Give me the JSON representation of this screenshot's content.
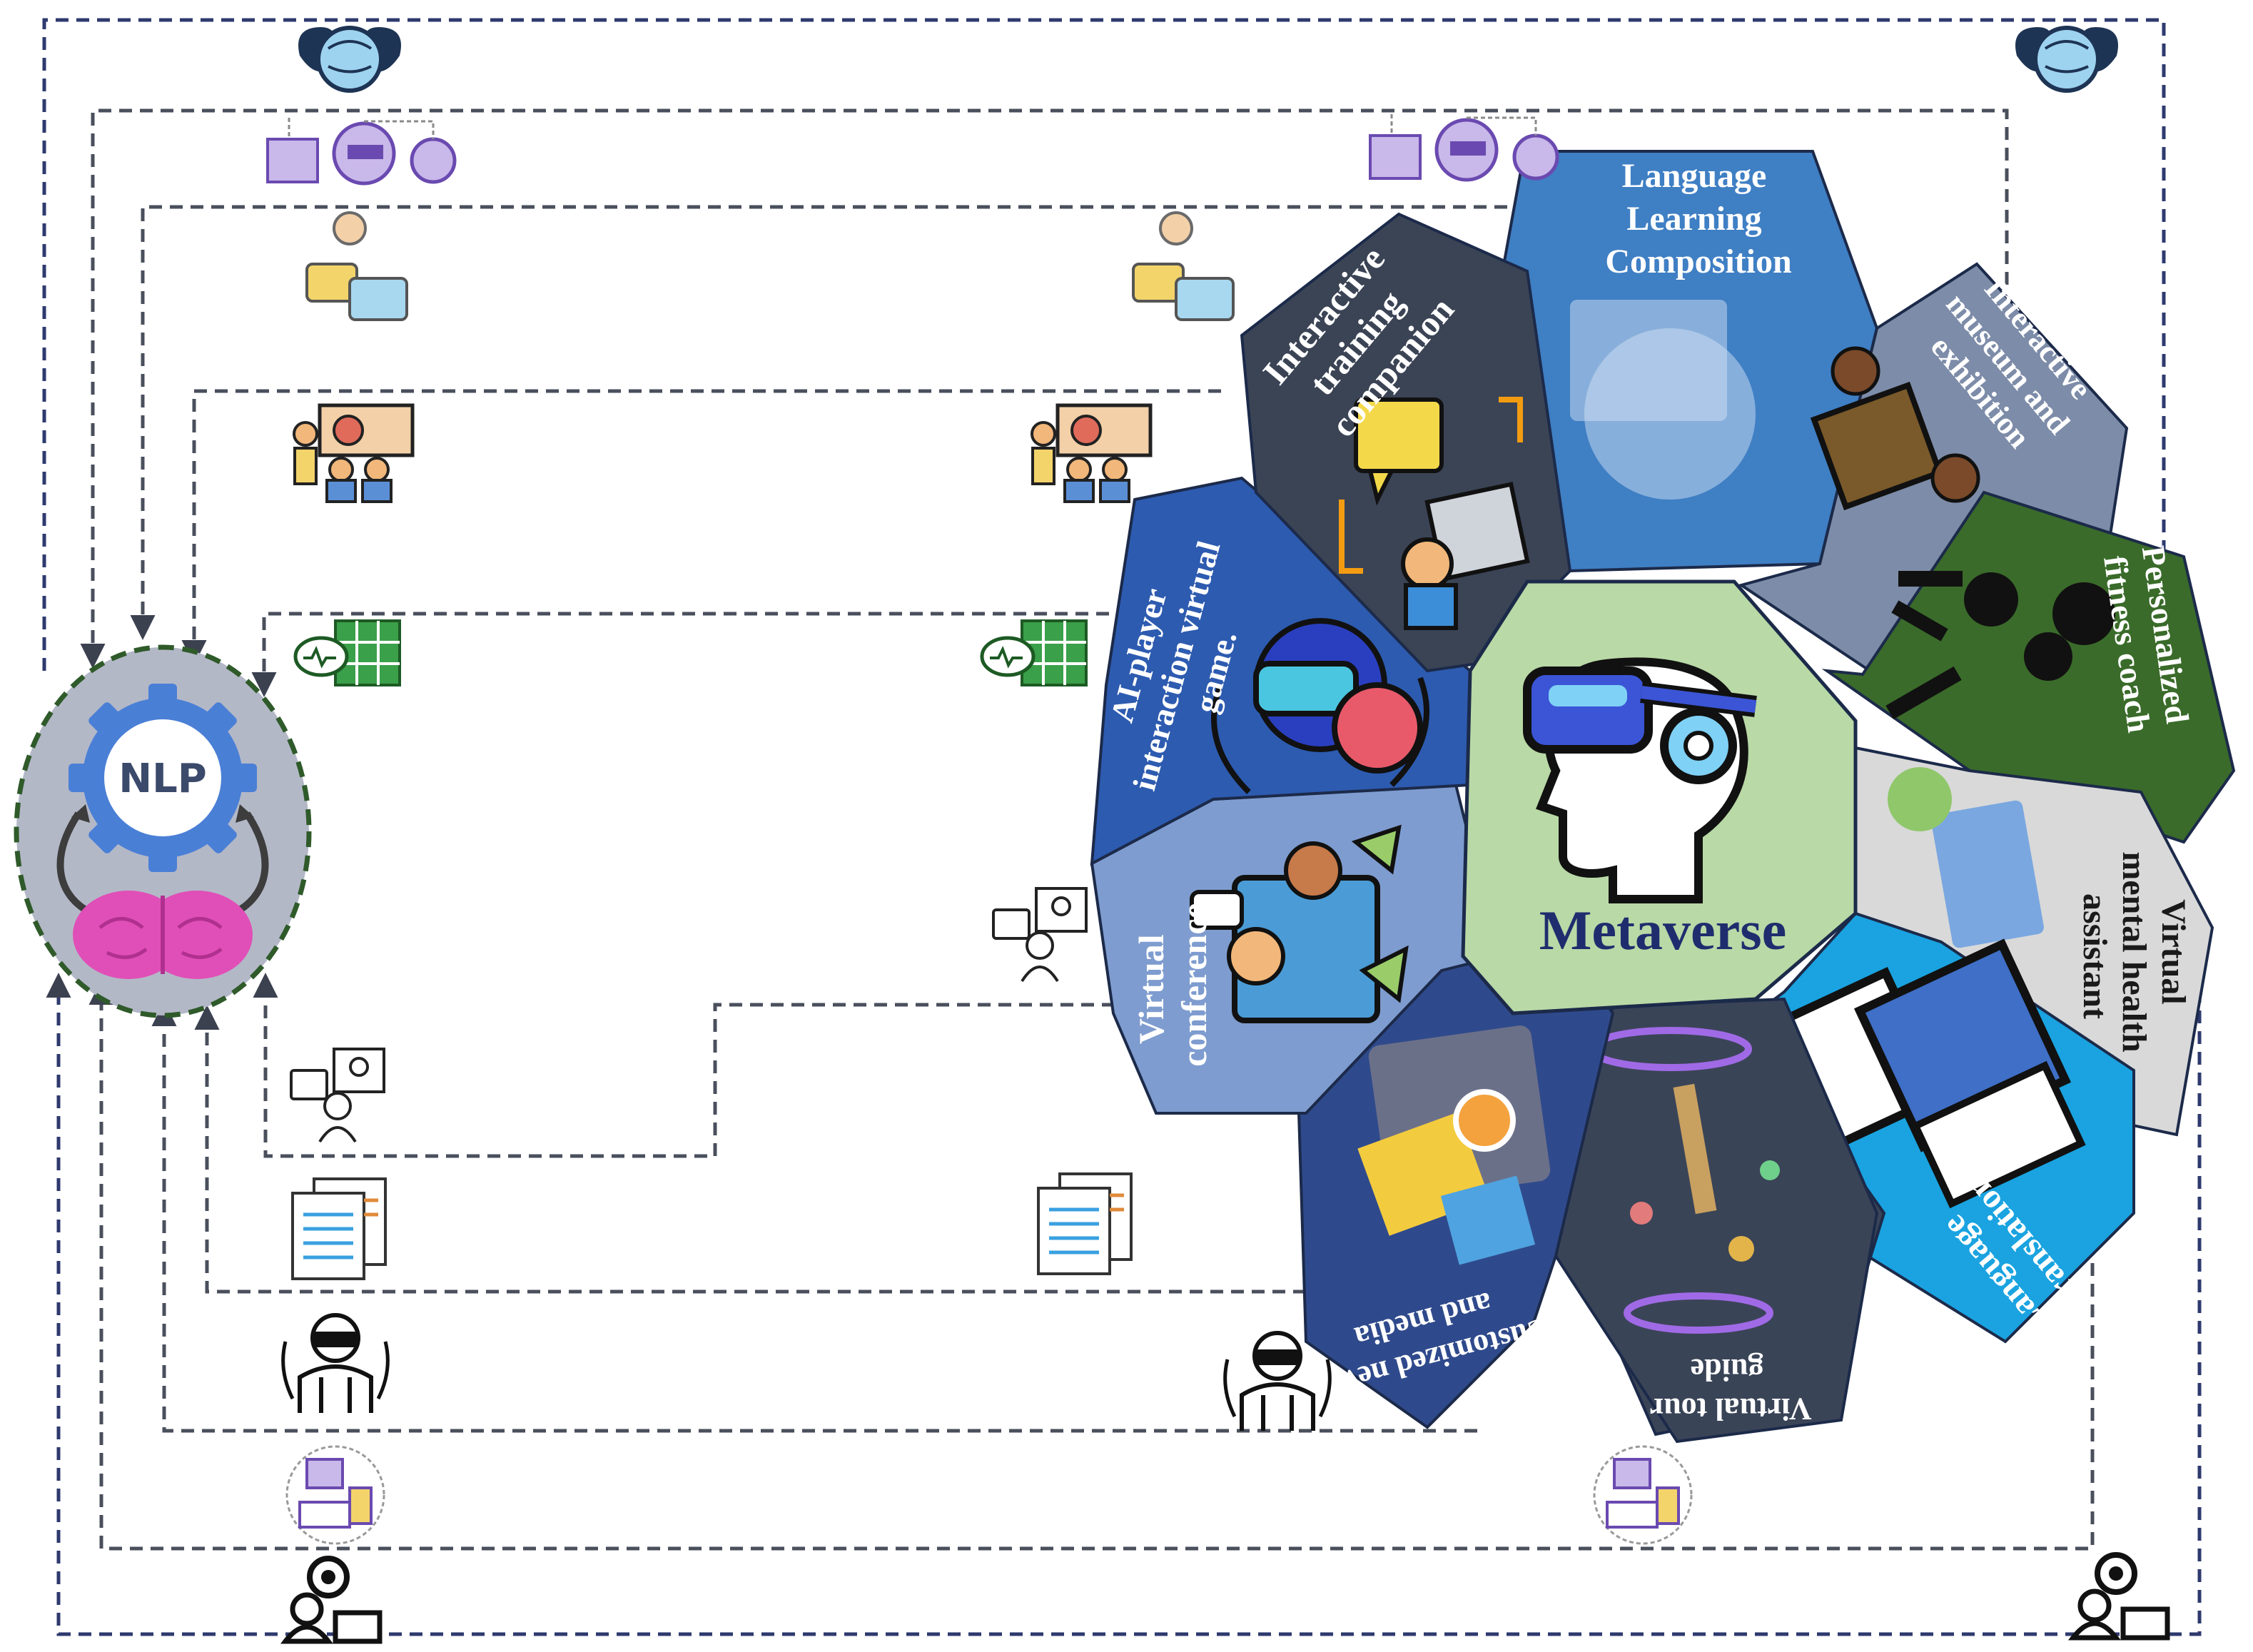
{
  "nlp": {
    "label": "NLP"
  },
  "center": {
    "label": "Metaverse"
  },
  "petals": [
    {
      "id": "language-learning",
      "lines": [
        "Language",
        "Learning",
        "Composition"
      ]
    },
    {
      "id": "museum",
      "lines": [
        "Interactive",
        "museum and",
        "exhibition"
      ]
    },
    {
      "id": "fitness",
      "lines": [
        "Personalized",
        "fitness coach"
      ]
    },
    {
      "id": "mental-health",
      "lines": [
        "Virtual",
        "mental health",
        "assistant"
      ]
    },
    {
      "id": "translation",
      "lines": [
        "Language",
        "Translation"
      ]
    },
    {
      "id": "tour-guide",
      "lines": [
        "Virtual tour",
        "guide"
      ]
    },
    {
      "id": "news",
      "lines": [
        "Customized news",
        "and media"
      ]
    },
    {
      "id": "conference",
      "lines": [
        "Virtual",
        "conference"
      ]
    },
    {
      "id": "game",
      "lines": [
        "AI-player",
        "interaction virtual",
        "game."
      ]
    },
    {
      "id": "training",
      "lines": [
        "Interactive",
        "training",
        "companion"
      ]
    }
  ],
  "colors": {
    "language-learning": "#3f7fc4",
    "museum": "#7d8ca8",
    "fitness": "#3a6b2a",
    "mental-health": "#d9d9d9",
    "translation": "#1aa3e0",
    "tour-guide": "#3a4457",
    "news": "#2f4a8c",
    "conference": "#7e9ccf",
    "game": "#2d5bb0",
    "training": "#3b4455",
    "center": "#b9d9a6",
    "nlp_bg": "#b3b8c7"
  },
  "icons": [
    "brain-muscle-icon",
    "vr-users-icon",
    "chat-bubbles-icon",
    "presentation-icon",
    "spreadsheet-icon",
    "video-conference-icon",
    "documents-icon",
    "vr-headset-user-icon",
    "ai-workflow-icon",
    "engineer-gear-icon"
  ]
}
